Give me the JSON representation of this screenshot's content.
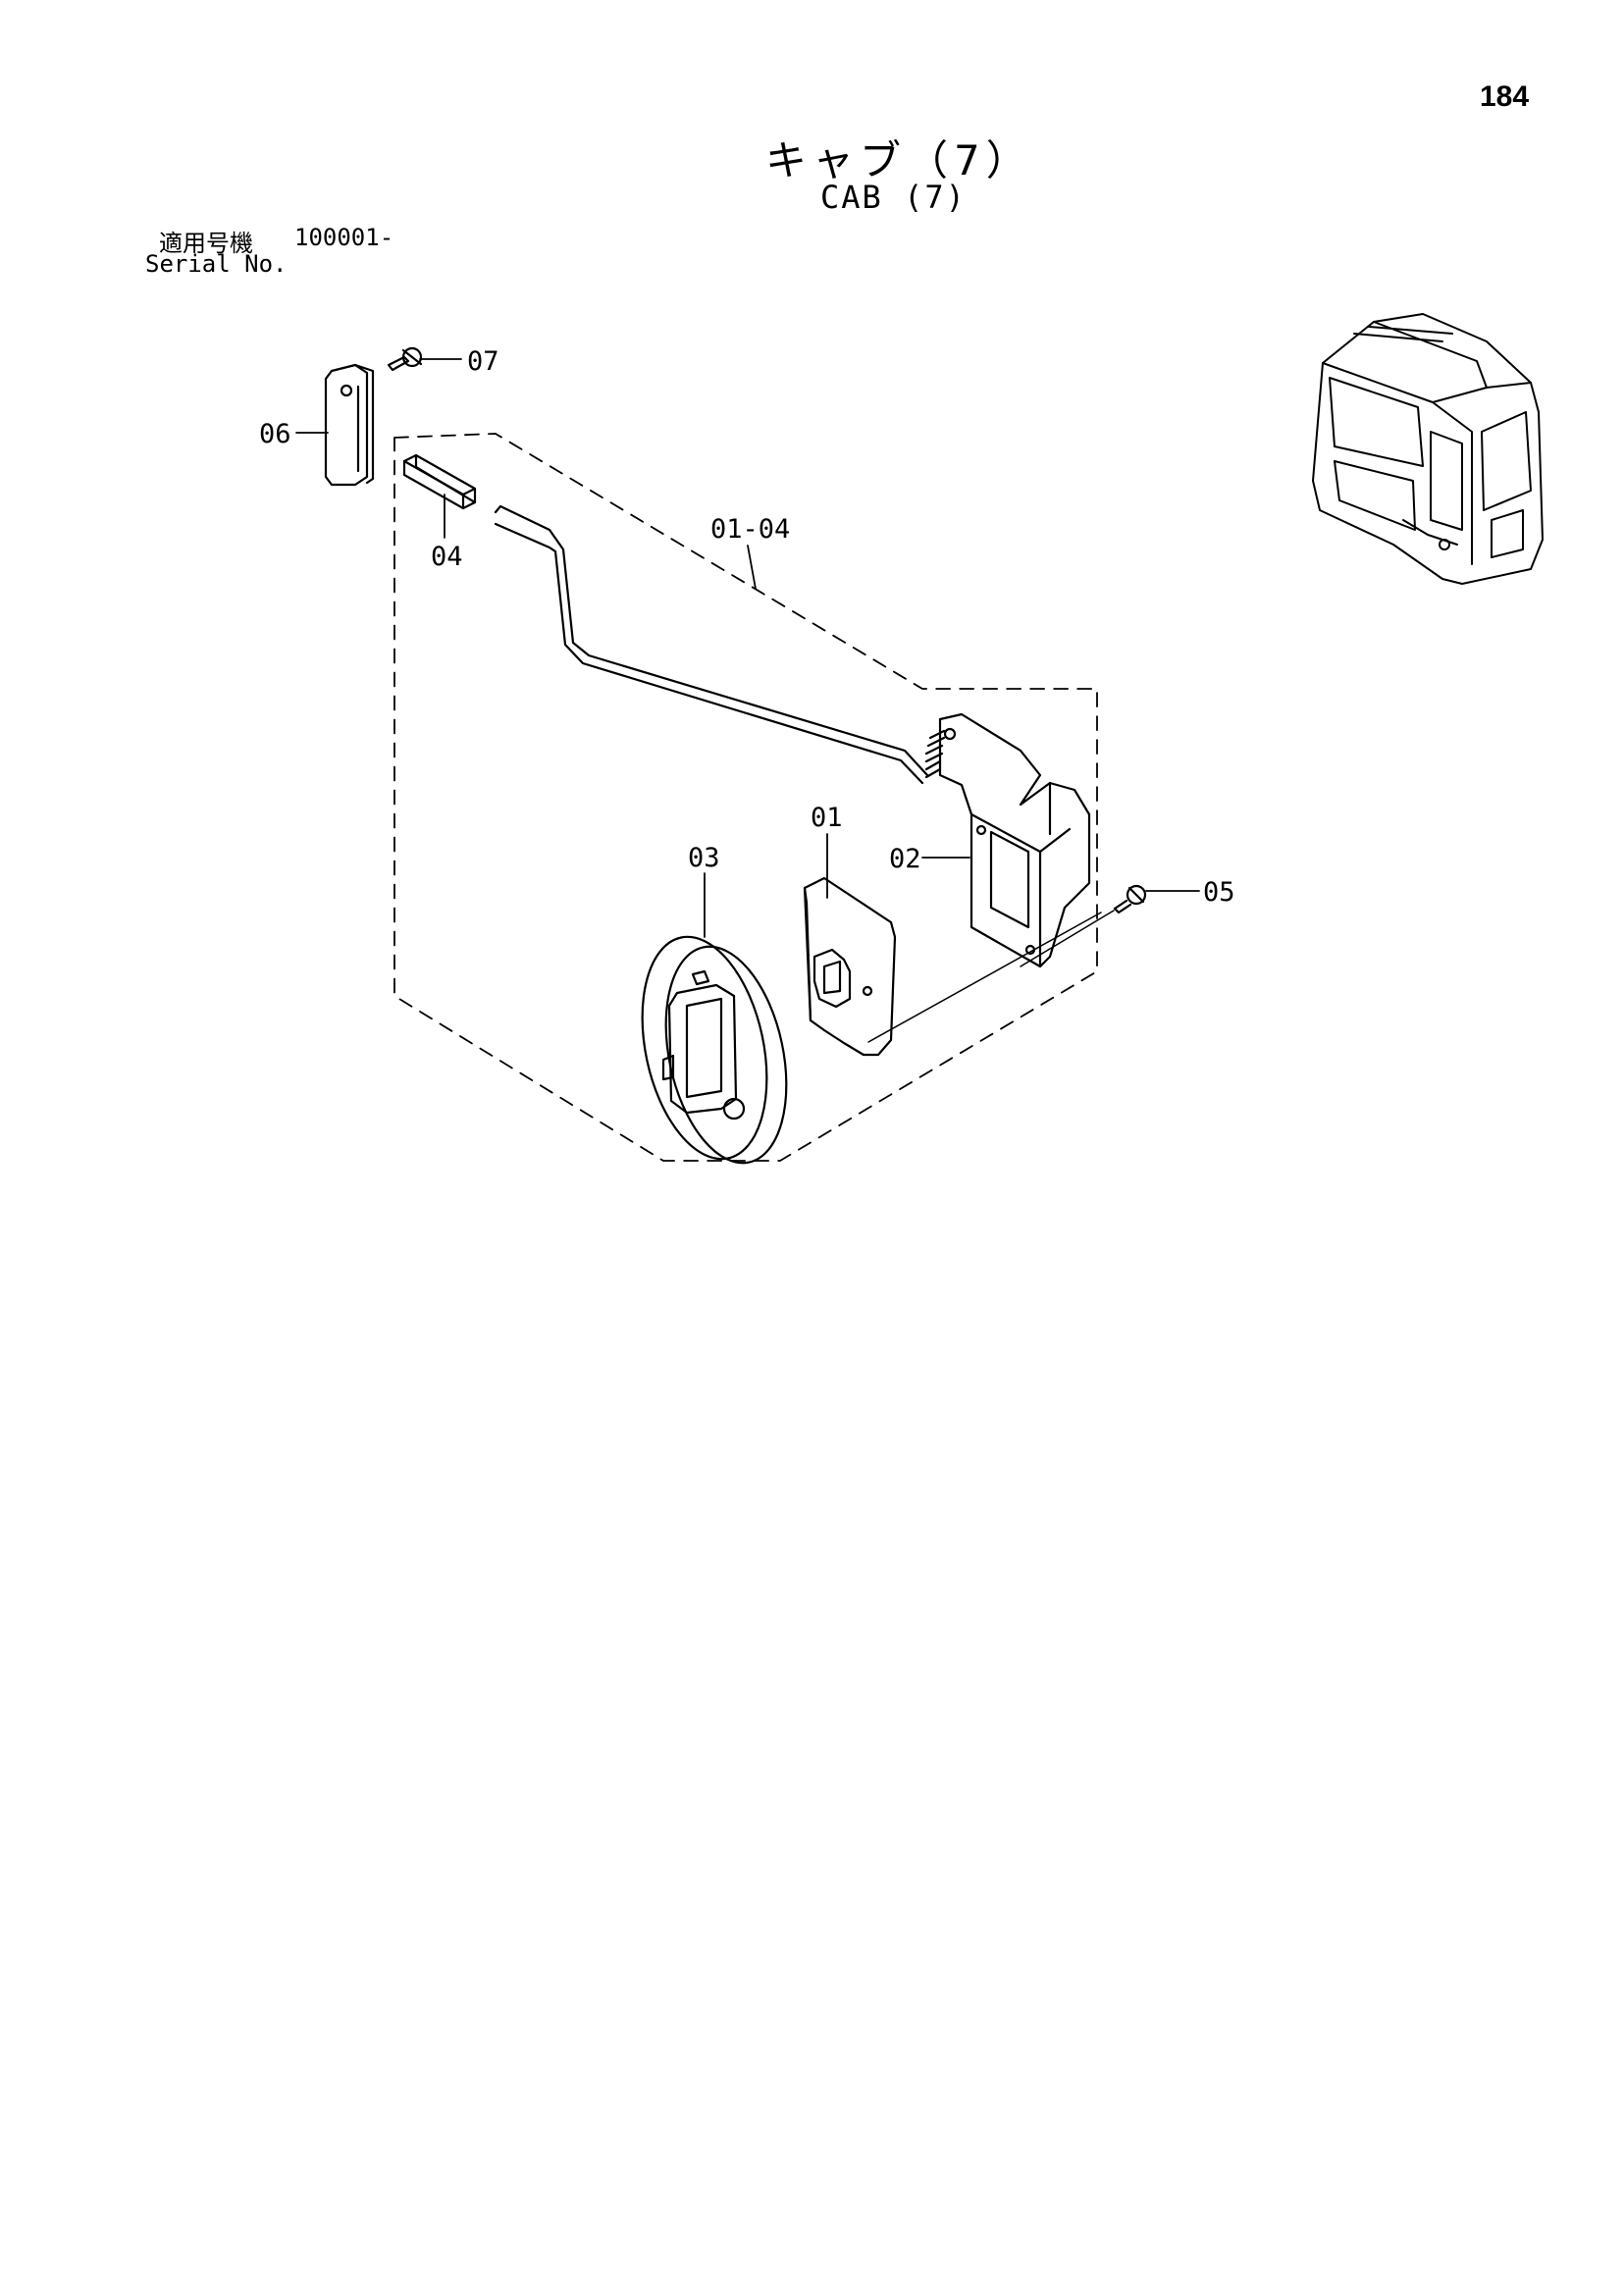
{
  "page": {
    "number": "184",
    "title_jp": "キャブ（7）",
    "title_en": "CAB (7)"
  },
  "serial": {
    "label_jp": "適用号機",
    "value": "100001-",
    "label_en": "Serial No."
  },
  "callouts": {
    "p06": "06",
    "p07": "07",
    "p04": "04",
    "p0104": "01-04",
    "p01": "01",
    "p02": "02",
    "p03": "03",
    "p05": "05"
  }
}
